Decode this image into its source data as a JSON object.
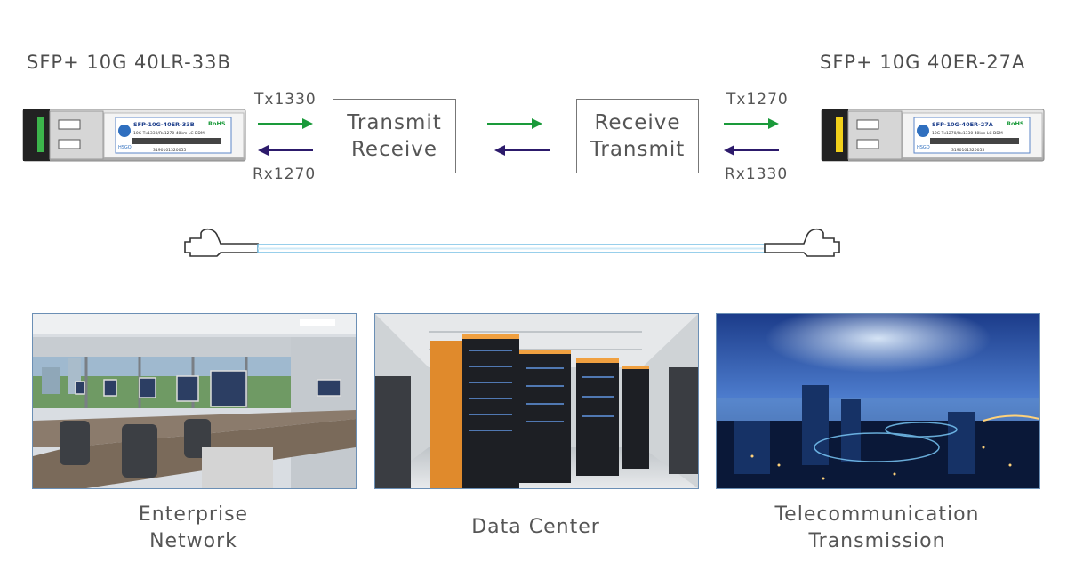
{
  "left_module": {
    "title": "SFP+ 10G 40LR-33B",
    "label_part": "SFP-10G-40ER-33B",
    "label_spec": "10G Tx1330/Rx1270 40km LC DDM",
    "label_serial": "3190101320055",
    "label_rohs": "RoHS",
    "label_brand": "HSGQ",
    "latch_color": "#3cb44b"
  },
  "right_module": {
    "title": "SFP+ 10G 40ER-27A",
    "label_part": "SFP-10G-40ER-27A",
    "label_spec": "10G Tx1270/Rx1330 40km LC DDM",
    "label_serial": "3190101320055",
    "label_rohs": "RoHS",
    "label_brand": "HSGQ",
    "latch_color": "#f2d11b"
  },
  "left_wavelengths": {
    "tx": "Tx1330",
    "rx": "Rx1270"
  },
  "right_wavelengths": {
    "tx": "Tx1270",
    "rx": "Rx1330"
  },
  "left_box": {
    "line1": "Transmit",
    "line2": "Receive"
  },
  "right_box": {
    "line1": "Receive",
    "line2": "Transmit"
  },
  "colors": {
    "tx_arrow": "#1a9a3a",
    "rx_arrow": "#2c1a6b",
    "cable": "#7fc3e6",
    "photo_border": "#6b8fb5"
  },
  "applications": [
    {
      "line1": "Enterprise",
      "line2": "Network"
    },
    {
      "line1": "Data Center",
      "line2": ""
    },
    {
      "line1": "Telecommunication",
      "line2": "Transmission"
    }
  ]
}
